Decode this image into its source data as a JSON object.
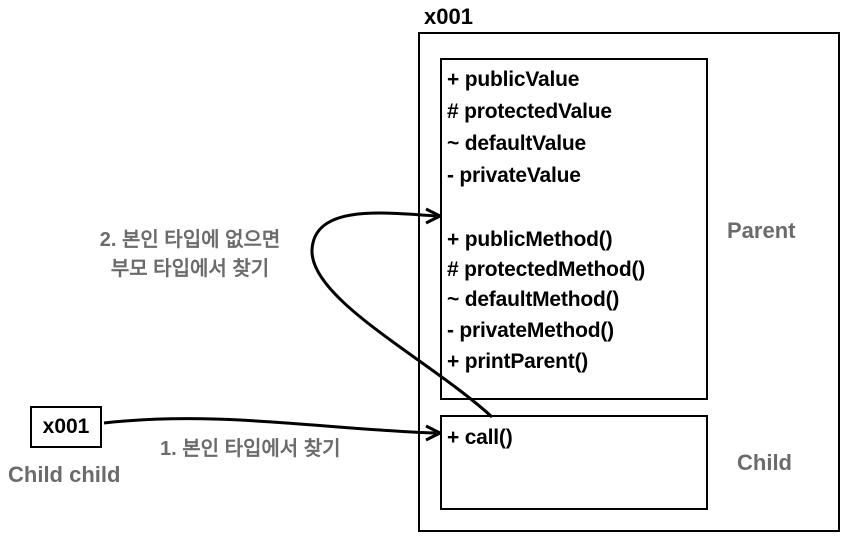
{
  "memory": {
    "address": "x001"
  },
  "parent": {
    "label": "Parent",
    "fields": [
      "+ publicValue",
      "# protectedValue",
      "~ defaultValue",
      "- privateValue"
    ],
    "methods": [
      "+ publicMethod()",
      "# protectedMethod()",
      "~ defaultMethod()",
      "- privateMethod()",
      "+ printParent()"
    ]
  },
  "child": {
    "label": "Child",
    "methods": [
      "+ call()"
    ]
  },
  "variable": {
    "value": "x001",
    "declaration": "Child child"
  },
  "steps": {
    "step1": "1. 본인 타입에서 찾기",
    "step2_line1": "2. 본인 타입에 없으면",
    "step2_line2": "부모 타입에서 찾기"
  }
}
